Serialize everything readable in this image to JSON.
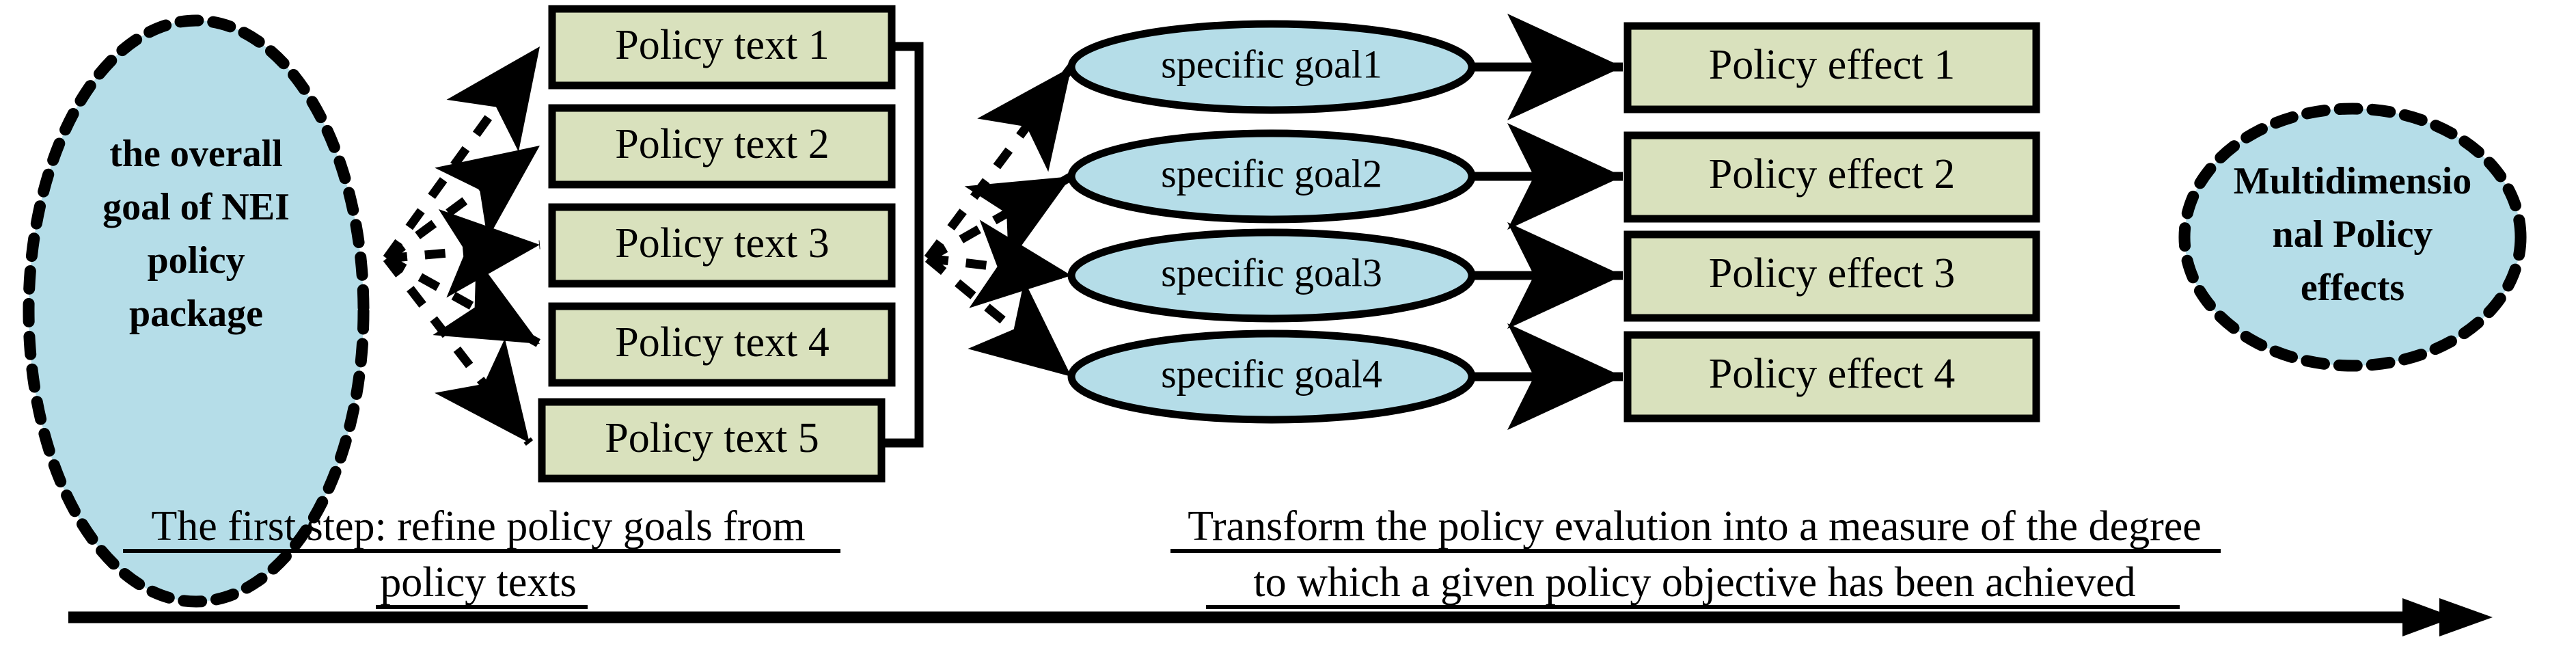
{
  "diagram": {
    "title": "NEI policy package goal refinement and policy effect evaluation flow",
    "colors": {
      "ellipse_fill": "#b5dde8",
      "box_fill": "#d9e1bd",
      "stroke": "#000000",
      "background": "#ffffff"
    },
    "source_node": {
      "shape": "ellipse",
      "border": "dashed",
      "lines": [
        "the overall",
        "goal of NEI",
        "policy",
        "package"
      ]
    },
    "policy_texts": [
      {
        "label": "Policy text 1"
      },
      {
        "label": "Policy text 2"
      },
      {
        "label": "Policy text 3"
      },
      {
        "label": "Policy text 4"
      },
      {
        "label": "Policy text 5"
      }
    ],
    "specific_goals": [
      {
        "label": "specific goal1"
      },
      {
        "label": "specific goal2"
      },
      {
        "label": "specific goal3"
      },
      {
        "label": "specific goal4"
      }
    ],
    "policy_effects": [
      {
        "label": "Policy effect 1"
      },
      {
        "label": "Policy effect 2"
      },
      {
        "label": "Policy effect 3"
      },
      {
        "label": "Policy effect 4"
      }
    ],
    "result_node": {
      "shape": "ellipse",
      "border": "dashed",
      "lines": [
        "Multidimensio",
        "nal Policy",
        "effects"
      ]
    },
    "captions": {
      "step_one": {
        "line1": "The first step: refine policy goals from",
        "line2": "policy texts"
      },
      "step_two": {
        "line1": "Transform the policy evalution into a measure of the degree",
        "line2": "to which a given policy objective has been achieved"
      }
    },
    "timeline": {
      "description": "horizontal progress arrow with double arrowhead pointing right"
    }
  }
}
